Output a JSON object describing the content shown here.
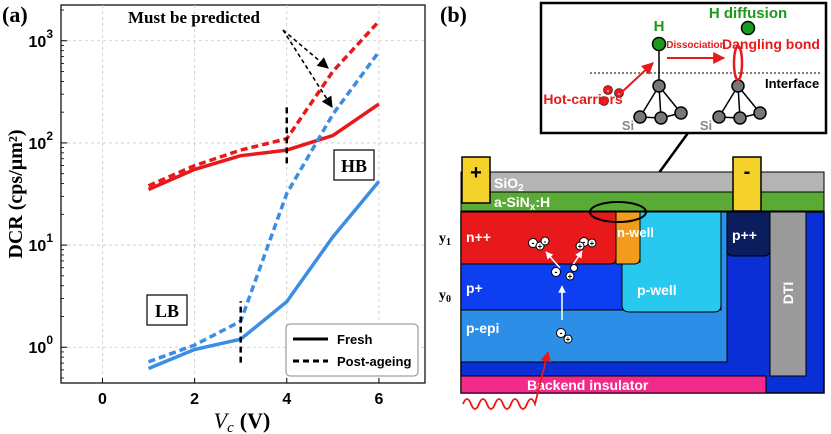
{
  "panel_a": {
    "label": "(a)",
    "annotation": "Must be predicted",
    "box_hb": "HB",
    "box_lb": "LB",
    "legend": {
      "solid": "Fresh",
      "dashed": "Post-ageing"
    }
  },
  "chart_data": {
    "type": "line",
    "xlabel_main": "V",
    "xlabel_sub": "c",
    "xlabel_unit": "(V)",
    "ylabel": "DCR (cps/µm²)",
    "xlim": [
      -0.9,
      7.0
    ],
    "ylim_log10": [
      -0.35,
      3.35
    ],
    "yscale": "log",
    "grid": true,
    "legend_position": "bottom-right",
    "xticks": [
      0,
      2,
      4,
      6
    ],
    "yticks": [
      1,
      10,
      100,
      1000
    ],
    "series": [
      {
        "name": "Fresh",
        "group": "HB",
        "color": "#e8191b",
        "style": "solid",
        "x": [
          1,
          2,
          3,
          4,
          5,
          6
        ],
        "y": [
          35,
          55,
          75,
          85,
          118,
          240
        ]
      },
      {
        "name": "Post-ageing",
        "group": "HB",
        "color": "#e8191b",
        "style": "dashed",
        "x": [
          1,
          2,
          3,
          4,
          5,
          6
        ],
        "y": [
          38,
          60,
          85,
          110,
          500,
          1550
        ]
      },
      {
        "name": "Fresh",
        "group": "LB",
        "color": "#3c8ee2",
        "style": "solid",
        "x": [
          1,
          2,
          3,
          4,
          5,
          6
        ],
        "y": [
          0.62,
          0.95,
          1.2,
          2.8,
          12,
          42
        ]
      },
      {
        "name": "Post-ageing",
        "group": "LB",
        "color": "#3c8ee2",
        "style": "dashed",
        "x": [
          1,
          2,
          3,
          4,
          5,
          6
        ],
        "y": [
          0.72,
          1.05,
          1.8,
          32,
          190,
          780
        ]
      }
    ],
    "vmarkers": [
      {
        "x": 3,
        "ylog": [
          -0.15,
          0.45
        ]
      },
      {
        "x": 4,
        "ylog": [
          1.8,
          2.35
        ]
      }
    ]
  },
  "panel_b": {
    "label": "(b)",
    "inset": {
      "h": "H",
      "h_diffusion": "H diffusion",
      "dissociation": "Dissociation",
      "dangling_bond": "Dangling bond",
      "interface": "Interface",
      "hot_carriers": "Hot-carriers",
      "si_left": "Si",
      "si_right": "Si"
    },
    "layers": {
      "sio2": "SiO",
      "sio2_sub": "2",
      "sin": "a-SiN",
      "sin_sub": "x",
      "sin_suffix": ":H",
      "nplus": "n++",
      "nwell": "n-well",
      "pplus_contact": "p++",
      "pplus": "p+",
      "pwell": "p-well",
      "pepi": "p-epi",
      "dti": "DTI",
      "backend": "Backend insulator"
    },
    "terminals": {
      "plus": "+",
      "minus": "-"
    },
    "ylabels": {
      "y1": "y",
      "y1_sub": "1",
      "y0": "y",
      "y0_sub": "0"
    }
  }
}
